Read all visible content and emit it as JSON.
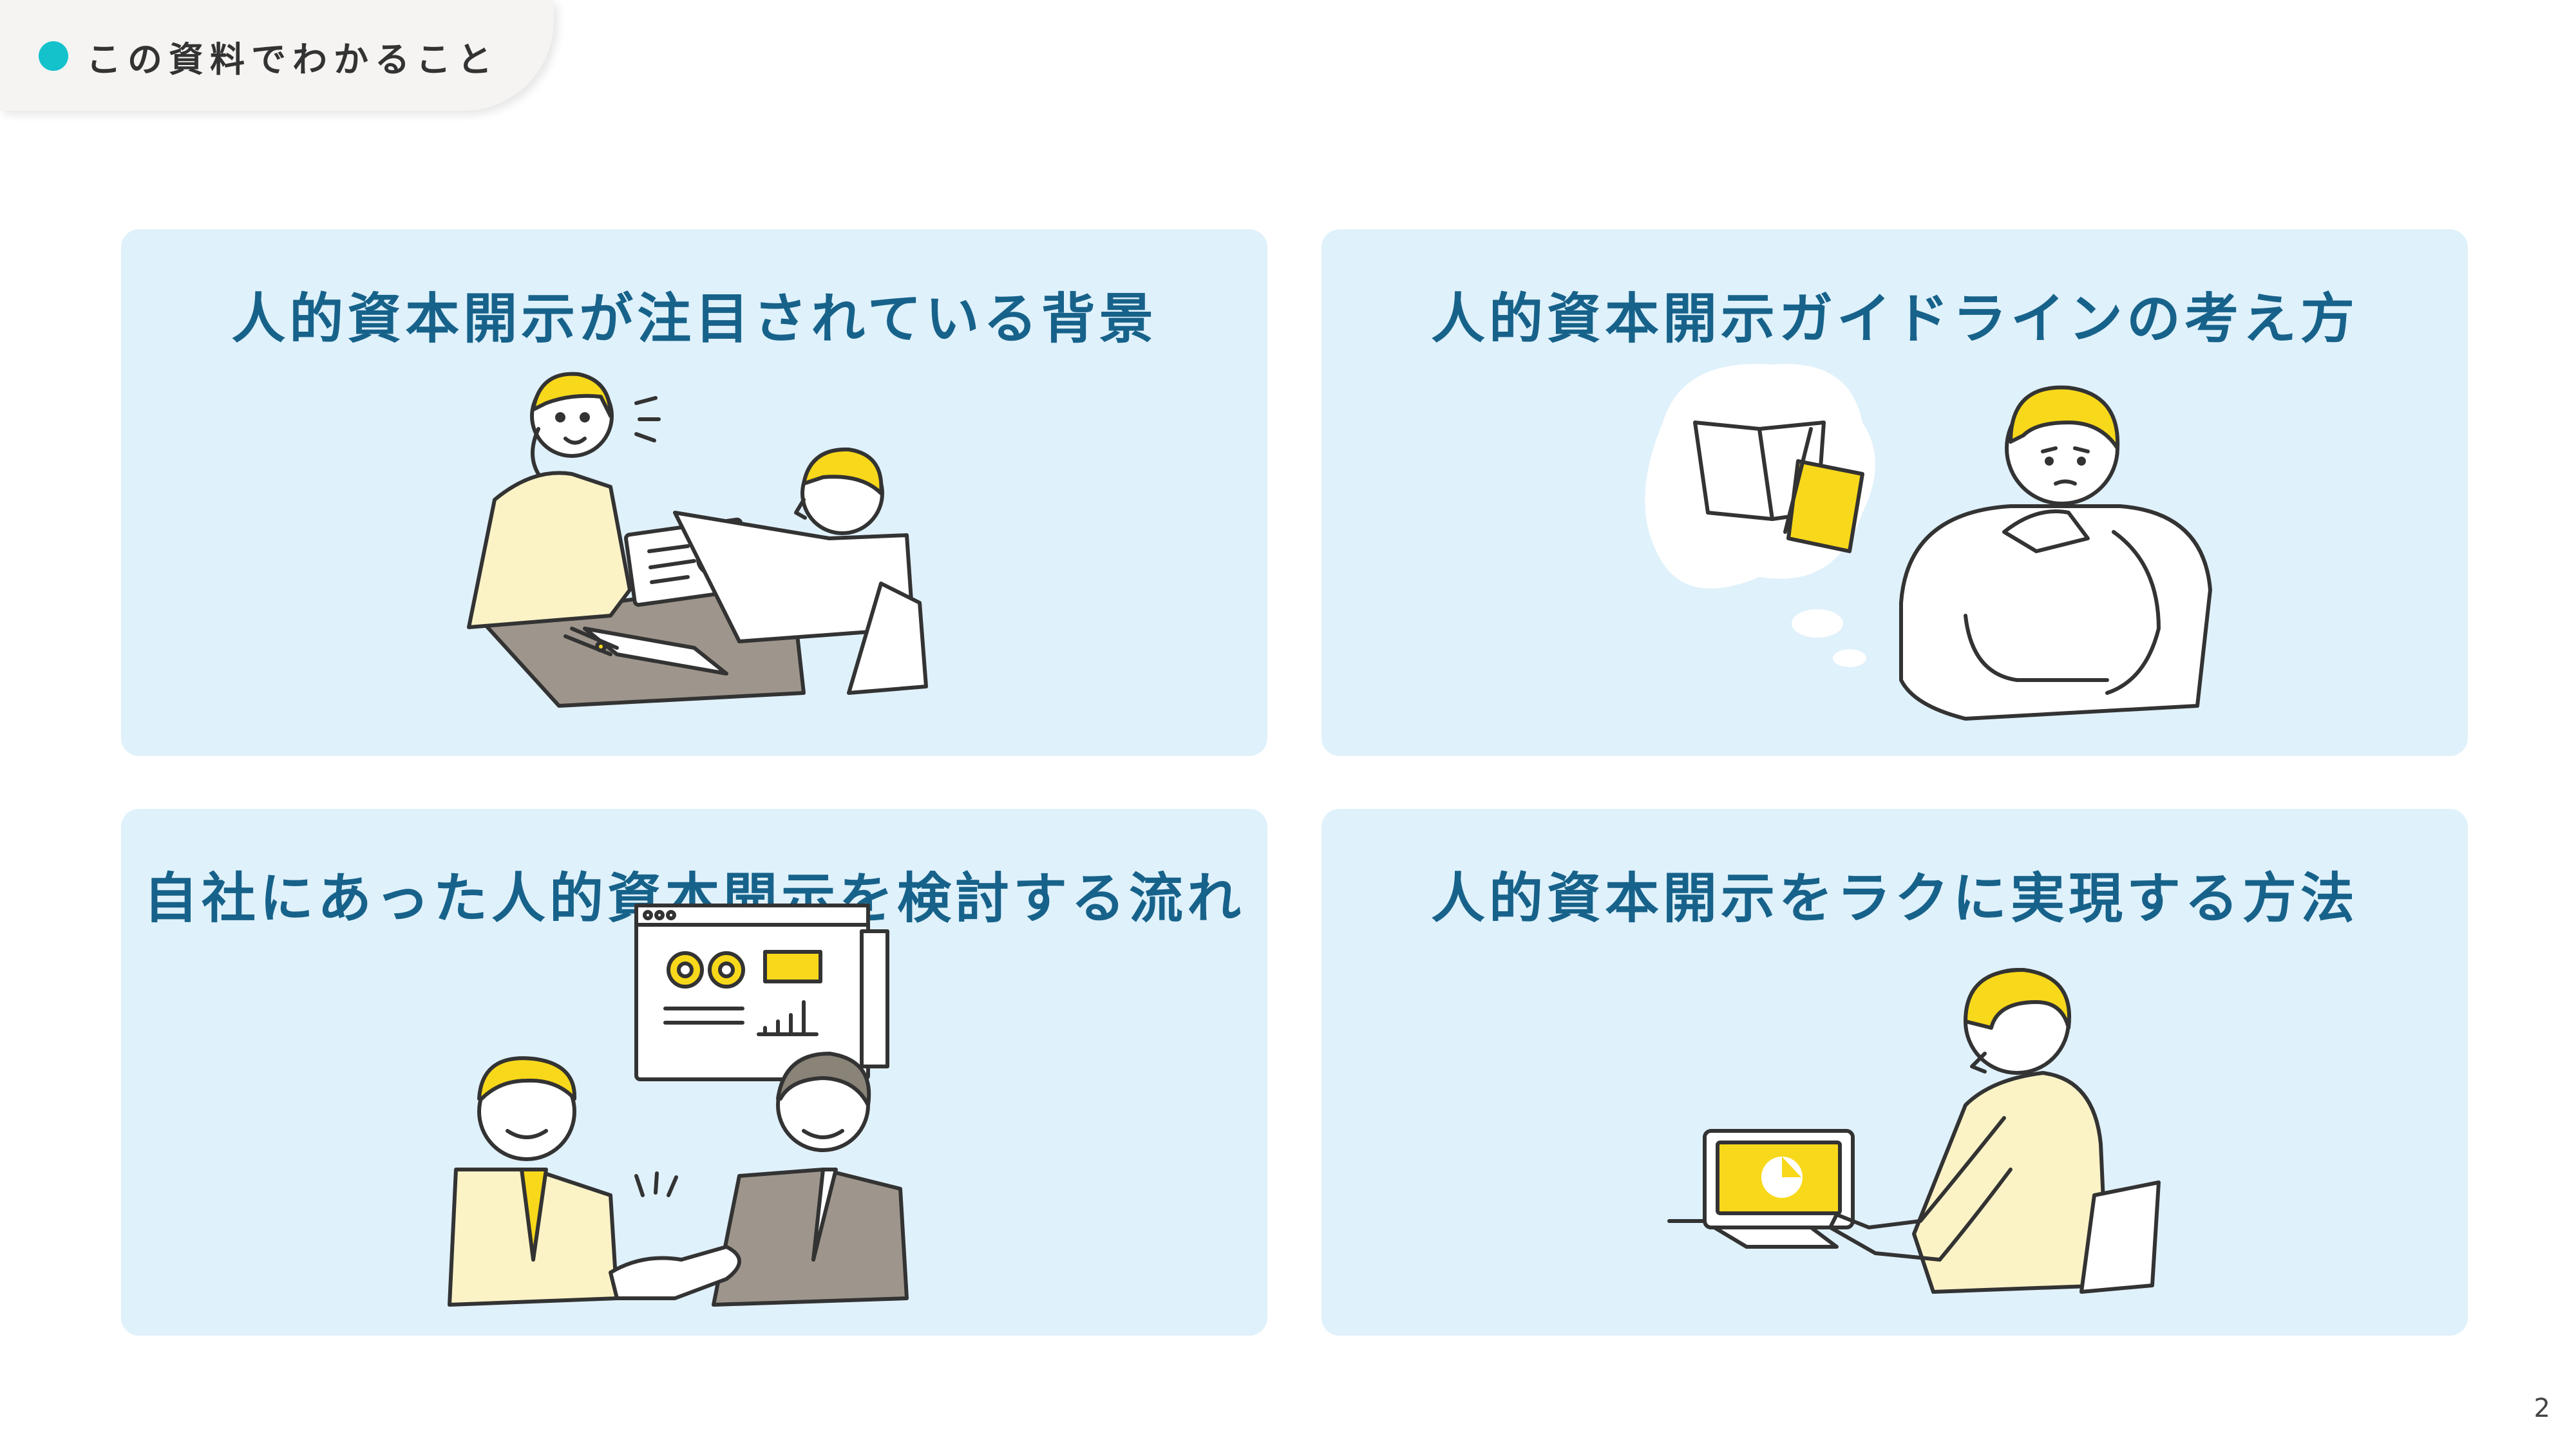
{
  "header": {
    "title": "この資料でわかること"
  },
  "cards": [
    {
      "title": "人的資本開示が注目されている背景",
      "illustration": "business-meeting-illustration"
    },
    {
      "title": "人的資本開示ガイドラインの考え方",
      "illustration": "thinking-man-illustration"
    },
    {
      "title": "自社にあった人的資本開示を検討する流れ",
      "illustration": "handshake-illustration"
    },
    {
      "title": "人的資本開示をラクに実現する方法",
      "illustration": "laptop-worker-illustration"
    }
  ],
  "page": {
    "number": "2"
  },
  "colors": {
    "accent": "#14c2cc",
    "card_bg": "#dff1fb",
    "title": "#17628a",
    "illustration_yellow": "#f8d81a"
  }
}
